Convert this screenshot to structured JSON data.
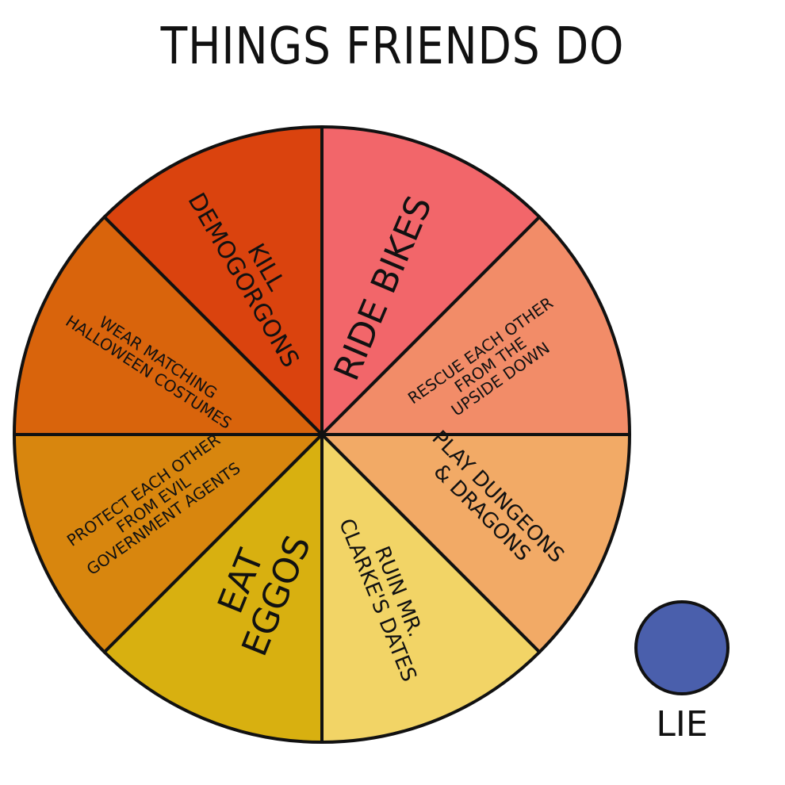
{
  "title": "THINGS FRIENDS DO",
  "chart_data": {
    "type": "pie",
    "title": "THINGS FRIENDS DO",
    "categories": [
      "RIDE BIKES",
      "RESCUE EACH OTHER FROM THE UPSIDE DOWN",
      "PLAY DUNGEONS & DRAGONS",
      "RUIN MR. CLARKE'S DATES",
      "EAT EGGOS",
      "PROTECT EACH OTHER FROM EVIL GOVERNMENT AGENTS",
      "WEAR MATCHING HALLOWEEN COSTUMES",
      "KILL DEMOGORGONS"
    ],
    "values": [
      12.5,
      12.5,
      12.5,
      12.5,
      12.5,
      12.5,
      12.5,
      12.5
    ],
    "colors": [
      "#f2666a",
      "#f28c68",
      "#f2aa66",
      "#f2d466",
      "#d8b010",
      "#d8860e",
      "#d9640c",
      "#da430e"
    ],
    "legend": [
      {
        "label": "LIE",
        "color": "#4a5fac",
        "value": 0
      }
    ],
    "start_angle": "12 o'clock, clockwise"
  },
  "slices": [
    {
      "lines": [
        "RIDE BIKES"
      ]
    },
    {
      "lines": [
        "RESCUE EACH OTHER",
        "FROM THE",
        "UPSIDE DOWN"
      ]
    },
    {
      "lines": [
        "PLAY DUNGEONS",
        "& DRAGONS"
      ]
    },
    {
      "lines": [
        "RUIN MR.",
        "CLARKE'S DATES"
      ]
    },
    {
      "lines": [
        "EAT",
        "EGGOS"
      ]
    },
    {
      "lines": [
        "PROTECT EACH OTHER",
        "FROM EVIL",
        "GOVERNMENT AGENTS"
      ]
    },
    {
      "lines": [
        "WEAR MATCHING",
        "HALLOWEEN COSTUMES"
      ]
    },
    {
      "lines": [
        "KILL",
        "DEMOGORGONS"
      ]
    }
  ],
  "legend": {
    "label": "LIE",
    "color": "#4a5fac"
  }
}
